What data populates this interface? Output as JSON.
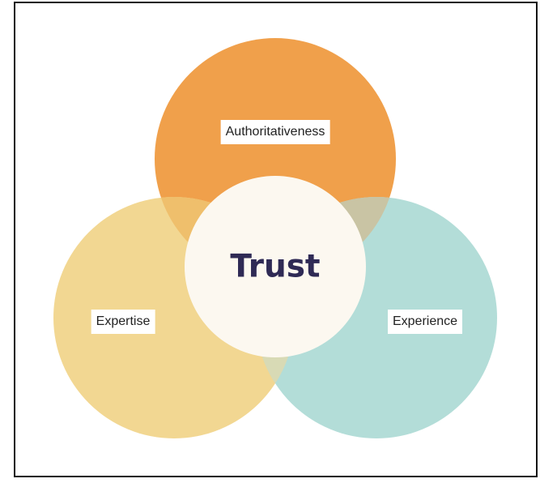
{
  "colors": {
    "authoritativeness": "#f0a04b",
    "expertise": "#f2d792",
    "experience": "#b3ddd8",
    "trust_fill": "#fcf8f0",
    "trust_text": "#2f2a55",
    "overlap_auth_expertise": "#efbf6c",
    "overlap_auth_experience": "#c9c4a4",
    "overlap_expertise_experience": "#d8dab5"
  },
  "diagram": {
    "center_label": "Trust",
    "circles": [
      {
        "name": "authoritativeness",
        "label": "Authoritativeness"
      },
      {
        "name": "expertise",
        "label": "Expertise"
      },
      {
        "name": "experience",
        "label": "Experience"
      }
    ]
  }
}
